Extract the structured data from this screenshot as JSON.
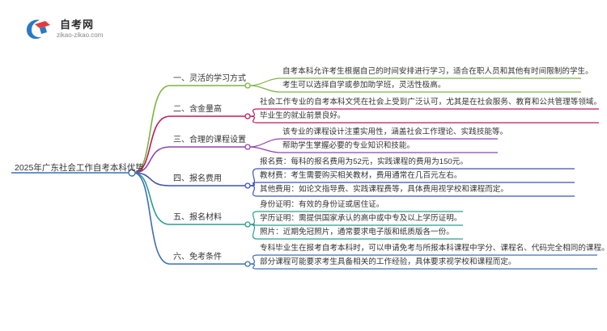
{
  "logo": {
    "name": "自考网",
    "site": "zikao-zikao.com",
    "icon": "cap-logo-icon",
    "colors": {
      "primary": "#2b79c2",
      "accent": "#e23b3b"
    }
  },
  "mindmap": {
    "root": "2025年广东社会工作自考本科优势",
    "branches": [
      {
        "label": "一、灵活的学习方式",
        "color": "#7cb342",
        "items": [
          "自考本科允许考生根据自己的时间安排进行学习，适合在职人员和其他有时间限制的学生。",
          "考生可以选择自学或参加助学班，灵活性极高。"
        ]
      },
      {
        "label": "二、含金量高",
        "color": "#c2185b",
        "items": [
          "社会工作专业的自考本科文凭在社会上受到广泛认可，尤其是在社会服务、教育和公共管理等领域。",
          "毕业生的就业前景良好。"
        ]
      },
      {
        "label": "三、合理的课程设置",
        "color": "#8e44ad",
        "items": [
          "该专业的课程设计注重实用性，涵盖社会工作理论、实践技能等。",
          "帮助学生掌握必要的专业知识和技能。"
        ]
      },
      {
        "label": "四、报名费用",
        "color": "#3f51b5",
        "items": [
          "报名费：每科的报名费用为52元，实践课程的费用为150元。",
          "教材费：考生需要购买相关教材，费用通常在几百元左右。",
          "其他费用：如论文指导费、实践课程费等，具体费用视学校和课程而定。"
        ]
      },
      {
        "label": "五、报名材料",
        "color": "#2a9d8f",
        "items": [
          "身份证明：有效的身份证或居住证。",
          "学历证明：需提供国家承认的高中或中专及以上学历证明。",
          "照片：近期免冠照片，通常要求电子版和纸质版各一份。"
        ]
      },
      {
        "label": "六、免考条件",
        "color": "#3d6fb6",
        "items": [
          "专科毕业生在报考自考本科时，可以申请免考与所报本科课程中学分、课程名、代码完全相同的课程。",
          "部分课程可能要求考生具备相关的工作经验，具体要求视学校和课程而定。"
        ]
      }
    ]
  }
}
